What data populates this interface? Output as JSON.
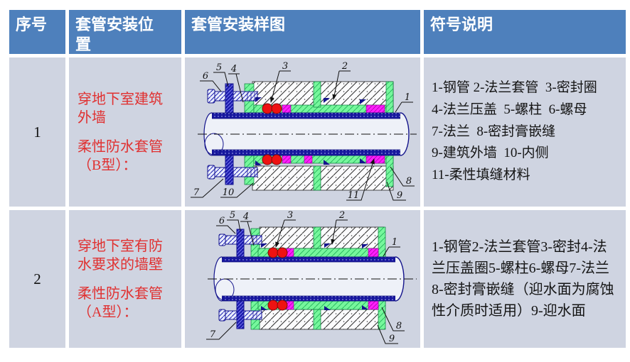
{
  "colors": {
    "header_bg": "#4e80bc",
    "header_text": "#ffffff",
    "row_bg": "#cfd4e1",
    "position_text": "#e03131",
    "legend_text": "#141414",
    "diagram_navy": "#14148c",
    "diagram_green": "#76f79c",
    "diagram_magenta": "#ff1efc",
    "diagram_seal_red": "#ee1212"
  },
  "table": {
    "headers": [
      "序号",
      "套管安装位置",
      "套管安装样图",
      "符号说明"
    ],
    "rows": [
      {
        "index": "1",
        "position": [
          "穿地下室建筑外墙",
          "柔性防水套管（B型）："
        ],
        "legend": "1-钢管 2-法兰套管  3-密封圈\n4-法兰压盖  5-螺柱  6-螺母\n7-法兰  8-密封膏嵌缝\n9-建筑外墙  10-内侧\n11-柔性填缝材料",
        "callouts": [
          "6",
          "5",
          "4",
          "3",
          "2",
          "1",
          "7",
          "10",
          "11",
          "9",
          "8"
        ]
      },
      {
        "index": "2",
        "position": [
          "穿地下室有防水要求的墙壁",
          "柔性防水套管（A型）："
        ],
        "legend": "1-钢管2-法兰套管3-密封4-法兰压盖圈5-螺柱6-螺母7-法兰8-密封膏嵌缝（迎水面为腐蚀性介质时适用）9-迎水面",
        "callouts": [
          "6",
          "5",
          "4",
          "3",
          "2",
          "1",
          "7",
          "8",
          "9"
        ]
      }
    ]
  }
}
